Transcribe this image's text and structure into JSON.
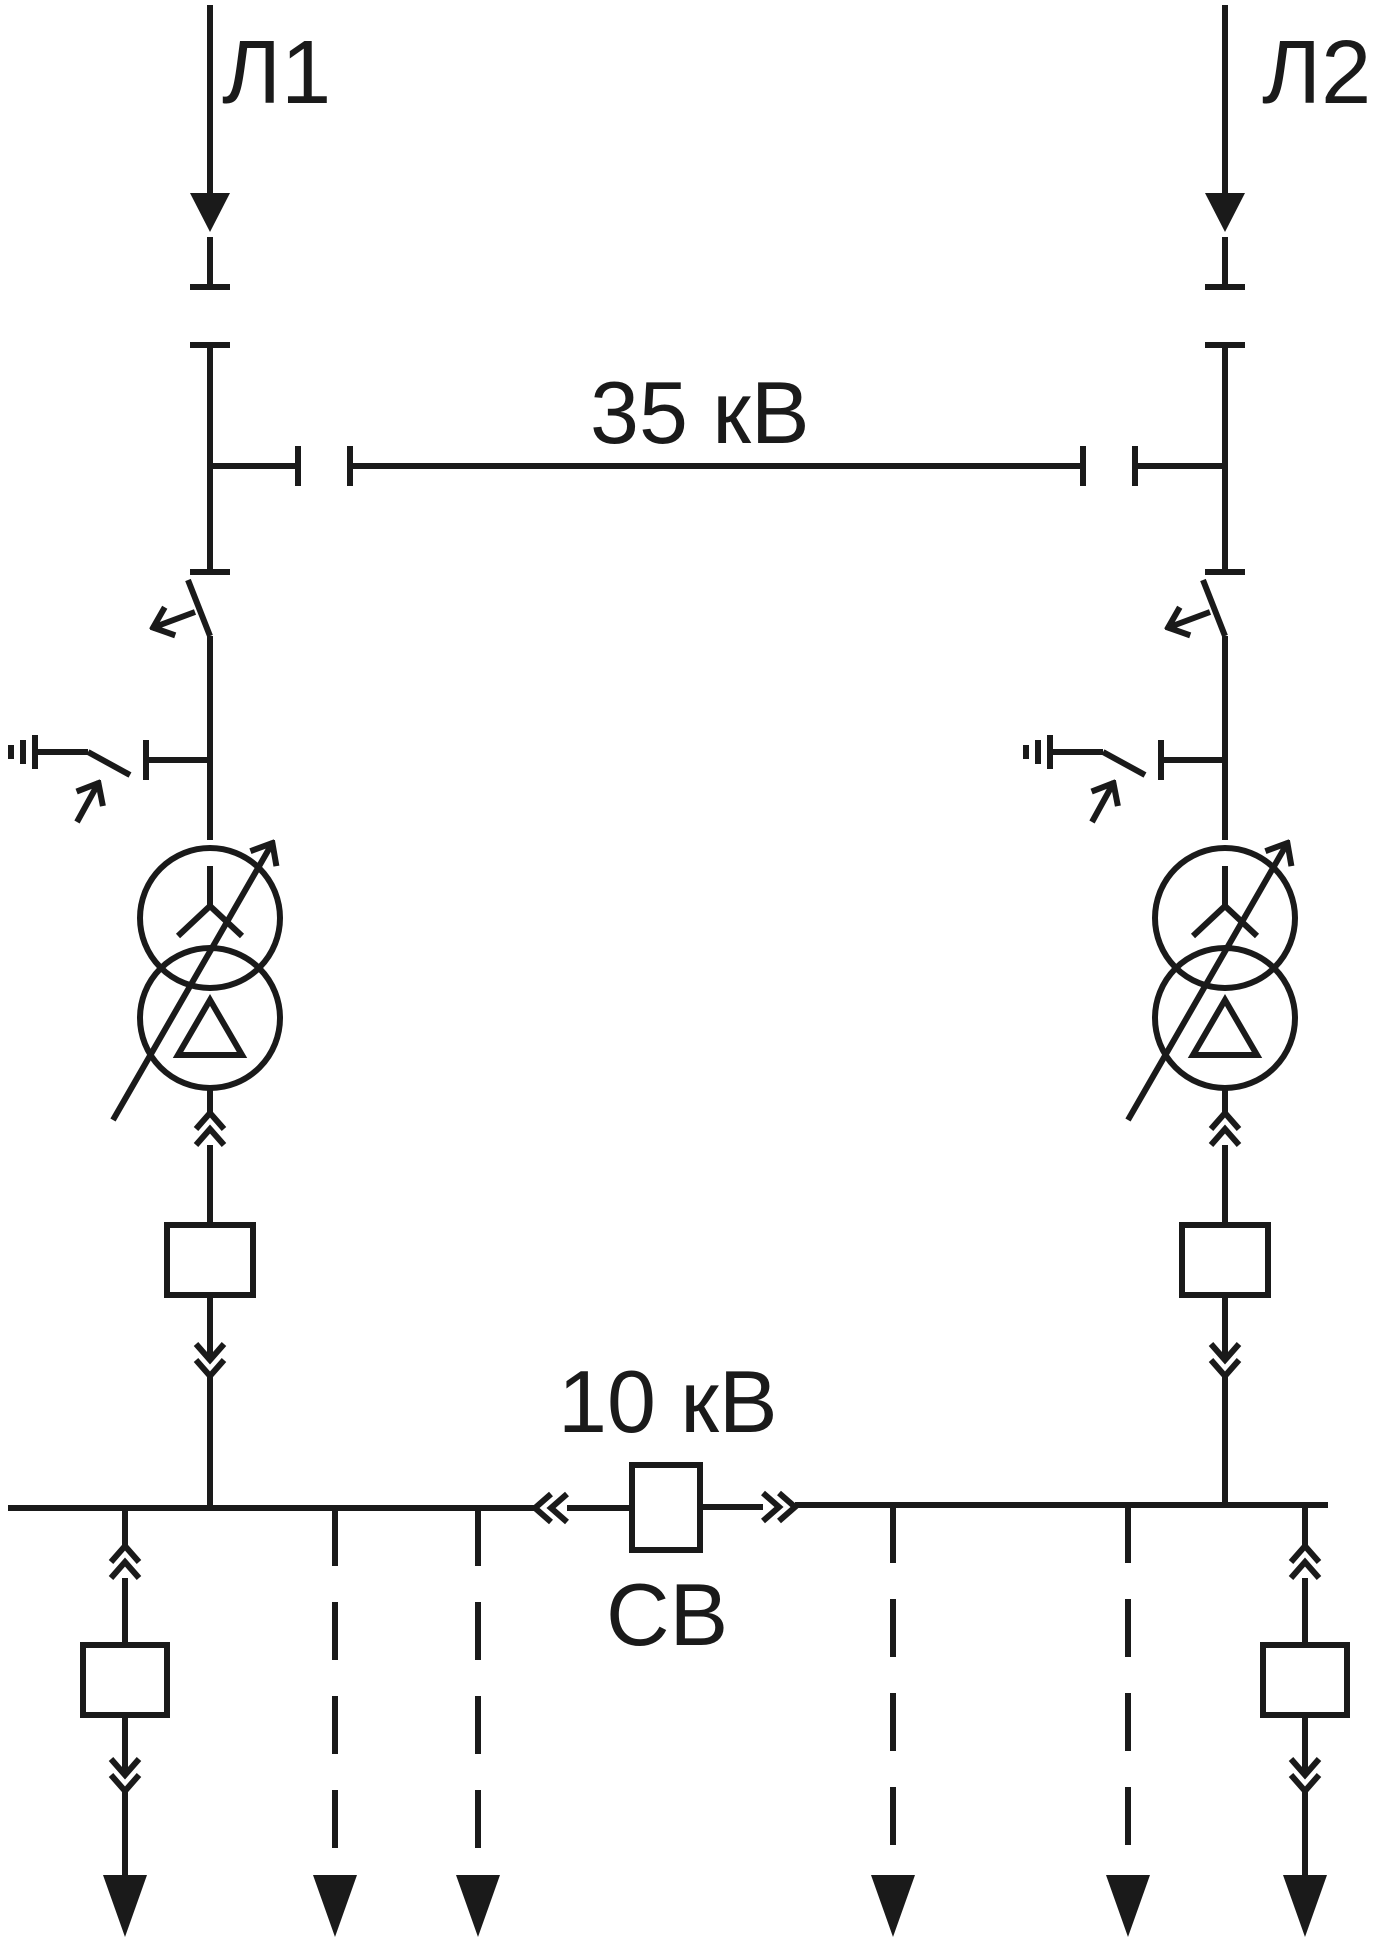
{
  "labels": {
    "line1": "Л1",
    "line2": "Л2",
    "hv_bus": "35 кВ",
    "lv_bus": "10 кВ",
    "bus_coupler": "СВ"
  }
}
